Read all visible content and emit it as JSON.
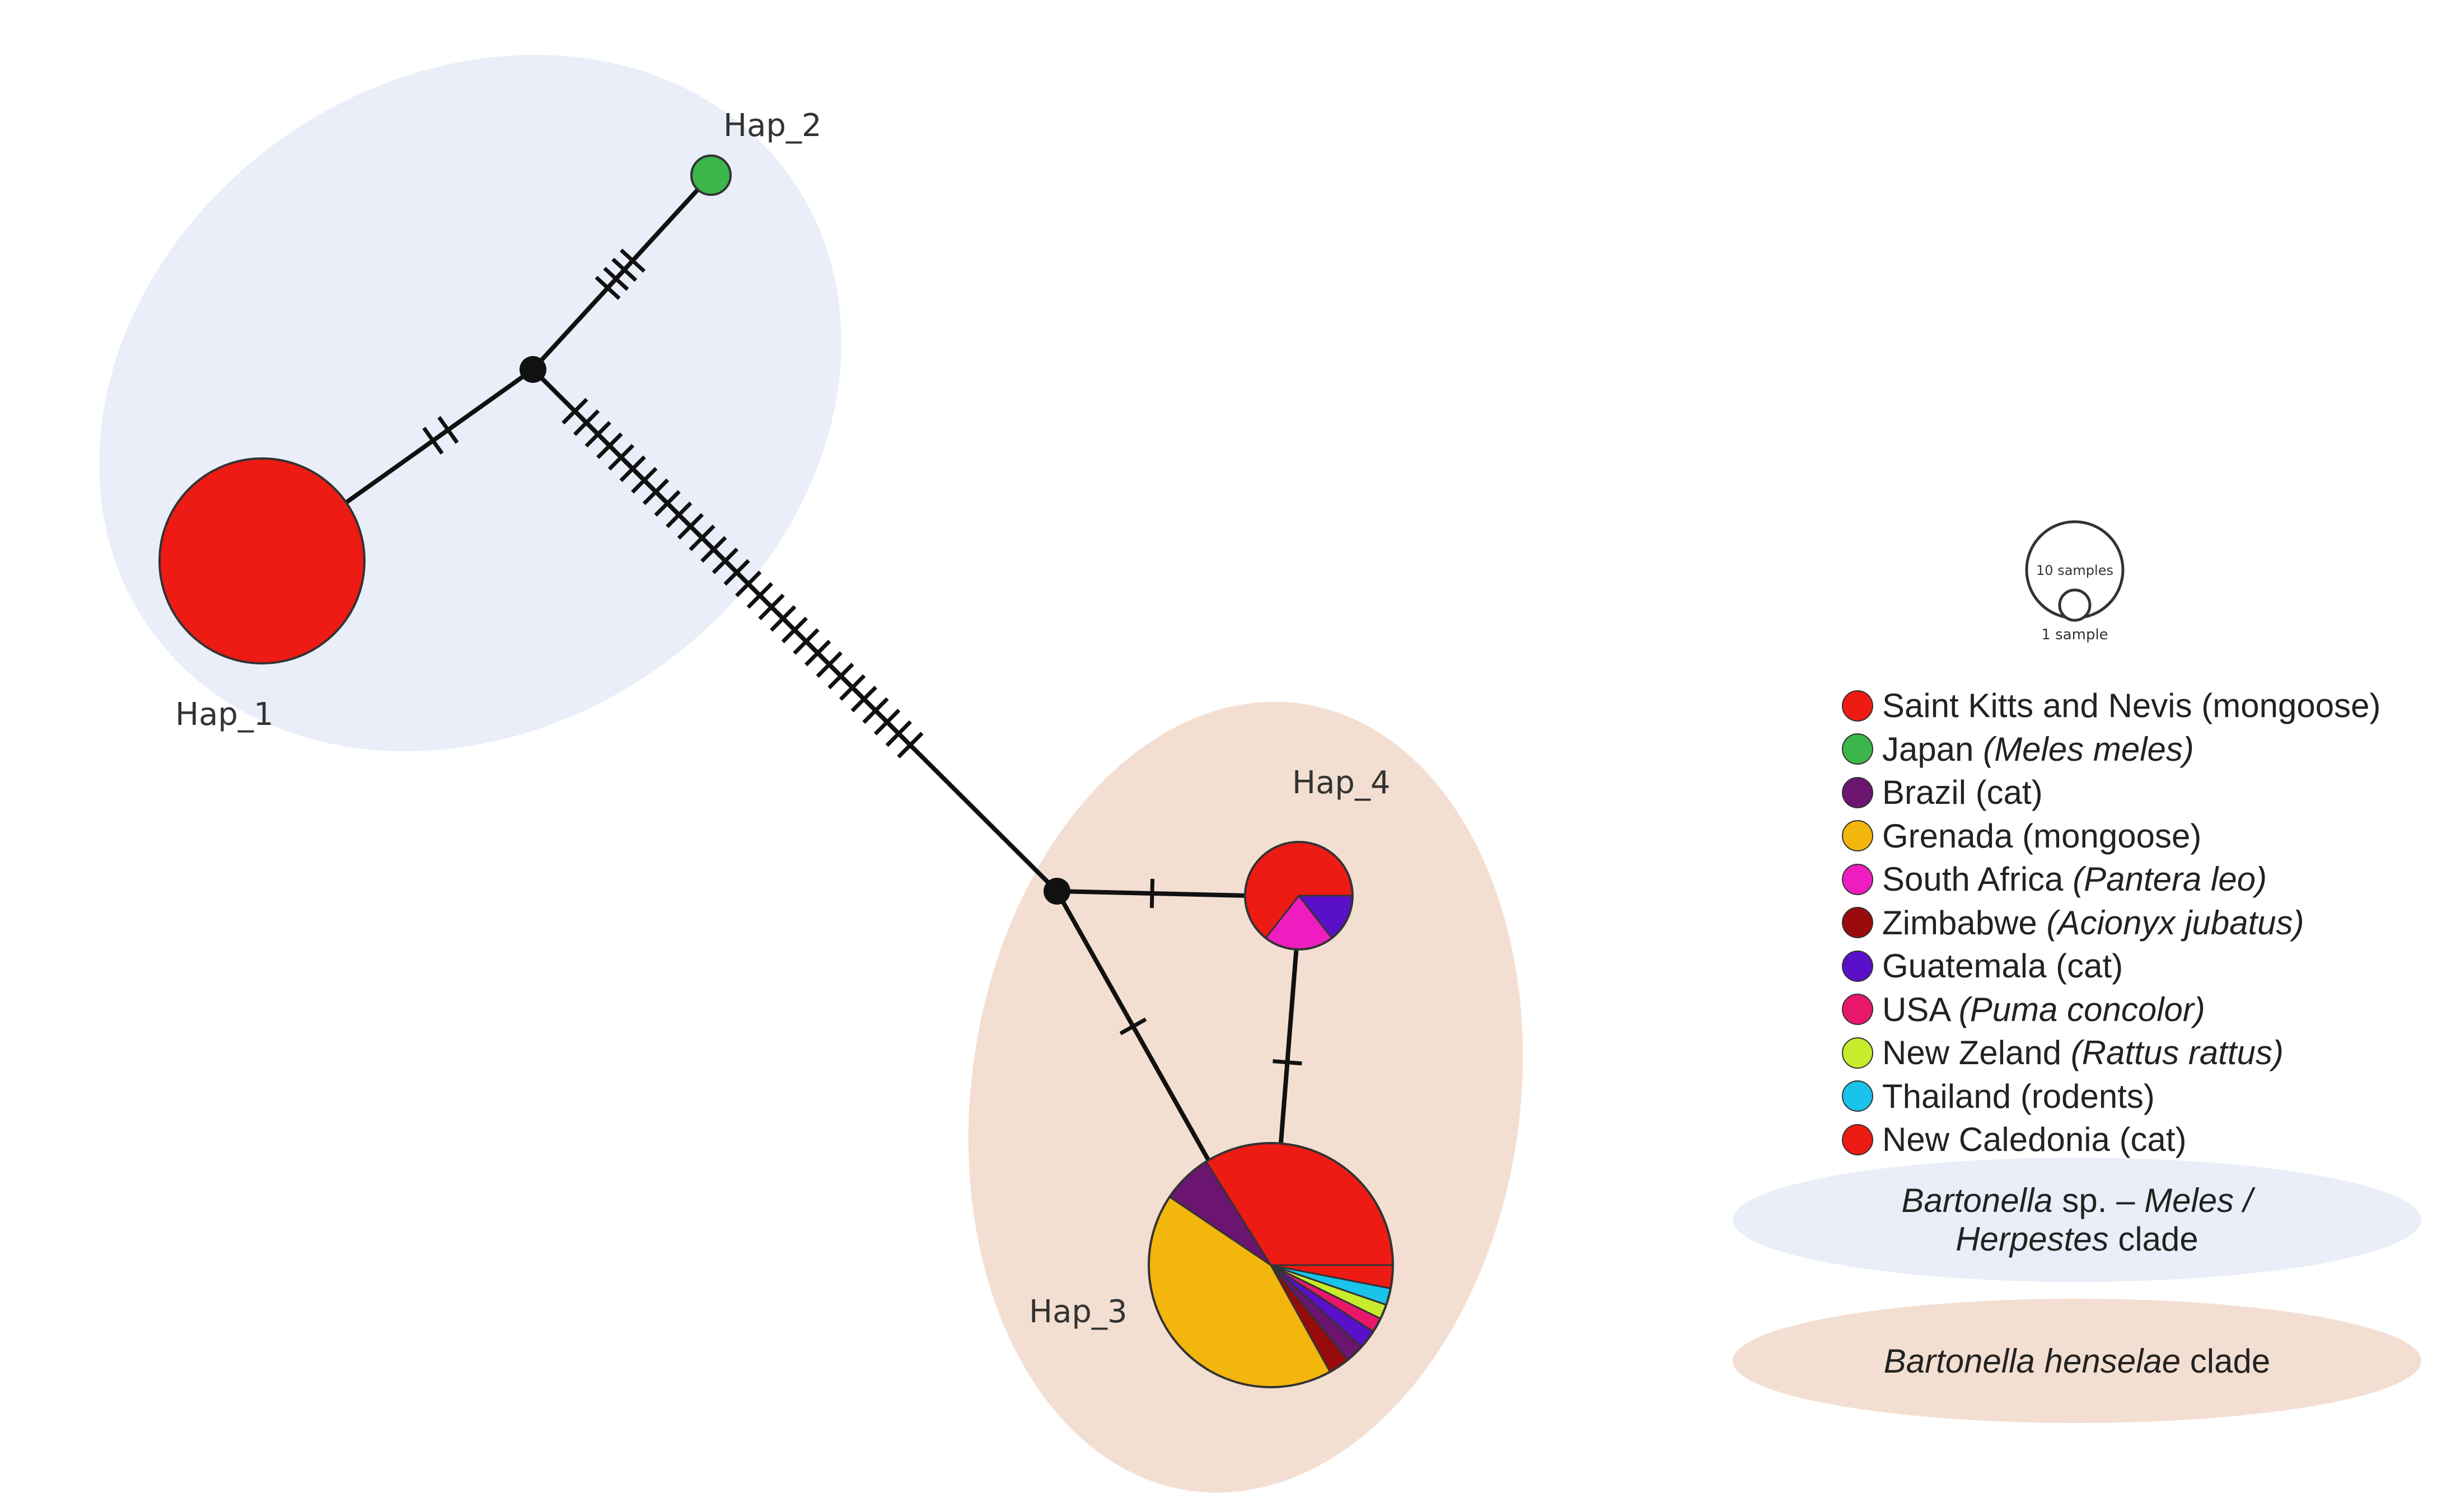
{
  "haplotypes": [
    {
      "id": "Hap_1",
      "label": "Hap_1"
    },
    {
      "id": "Hap_2",
      "label": "Hap_2"
    },
    {
      "id": "Hap_3",
      "label": "Hap_3"
    },
    {
      "id": "Hap_4",
      "label": "Hap_4"
    }
  ],
  "scale_legend": {
    "large_label": "10 samples",
    "small_label": "1 sample"
  },
  "legend": [
    {
      "region": "Saint Kitts and Nevis",
      "host": "(mongoose)",
      "host_italic": false,
      "color": "#ee1a14"
    },
    {
      "region": "Japan",
      "host": "(Meles meles)",
      "host_italic": true,
      "color": "#3cb54a"
    },
    {
      "region": "Brazil",
      "host": "(cat)",
      "host_italic": false,
      "color": "#6b1470"
    },
    {
      "region": "Grenada",
      "host": "(mongoose)",
      "host_italic": false,
      "color": "#f2b60c"
    },
    {
      "region": "South Africa",
      "host": "(Pantera leo)",
      "host_italic": true,
      "color": "#ef1dbf"
    },
    {
      "region": "Zimbabwe",
      "host": "(Acionyx jubatus)",
      "host_italic": true,
      "color": "#990a0a"
    },
    {
      "region": "Guatemala",
      "host": "(cat)",
      "host_italic": false,
      "color": "#5a0fc8"
    },
    {
      "region": "USA",
      "host": "(Puma concolor)",
      "host_italic": true,
      "color": "#e8176a"
    },
    {
      "region": "New Zeland",
      "host": "(Rattus rattus)",
      "host_italic": true,
      "color": "#c6ec2c"
    },
    {
      "region": "Thailand",
      "host": "(rodents)",
      "host_italic": false,
      "color": "#19c3ea"
    },
    {
      "region": "New Caledonia",
      "host": "(cat)",
      "host_italic": false,
      "color": "#ee1a14"
    }
  ],
  "clades": [
    {
      "italic_part": "Bartonella",
      "text_part": " sp. – ",
      "italic_part2": "Meles /",
      "line2_italic": "Herpestes",
      "line2_text": " clade",
      "color": "#e9eef8"
    },
    {
      "italic_part": "Bartonella henselae",
      "text_part": " clade",
      "color": "#f3dfd2"
    }
  ],
  "colors": {
    "clade_meles": "#e9eef8",
    "clade_henselae": "#f3dfd2",
    "edge": "#111111",
    "median_vector": "#111111"
  }
}
